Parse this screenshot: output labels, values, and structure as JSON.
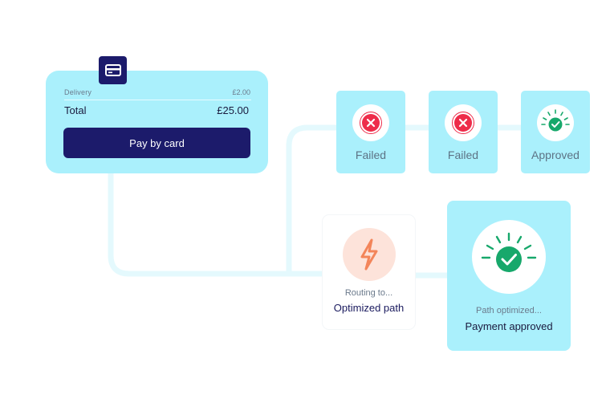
{
  "checkout": {
    "delivery_label": "Delivery",
    "delivery_value": "£2.00",
    "total_label": "Total",
    "total_value": "£25.00",
    "pay_button_label": "Pay by card",
    "icon": "credit-card-icon"
  },
  "attempts": [
    {
      "label": "Failed",
      "icon": "error-x-icon"
    },
    {
      "label": "Failed",
      "icon": "error-x-icon"
    },
    {
      "label": "Approved",
      "icon": "check-badge-icon"
    }
  ],
  "routing": {
    "status": "Routing to...",
    "label": "Optimized path",
    "icon": "lightning-bolt-icon"
  },
  "result": {
    "status": "Path optimized...",
    "label": "Payment approved",
    "icon": "check-badge-icon"
  },
  "colors": {
    "card_bg": "#aaf0fc",
    "navy": "#1c1b6b",
    "error": "#ee2c4a",
    "success": "#17a86b",
    "bolt": "#f3855a",
    "connector": "#e4f9fd"
  }
}
